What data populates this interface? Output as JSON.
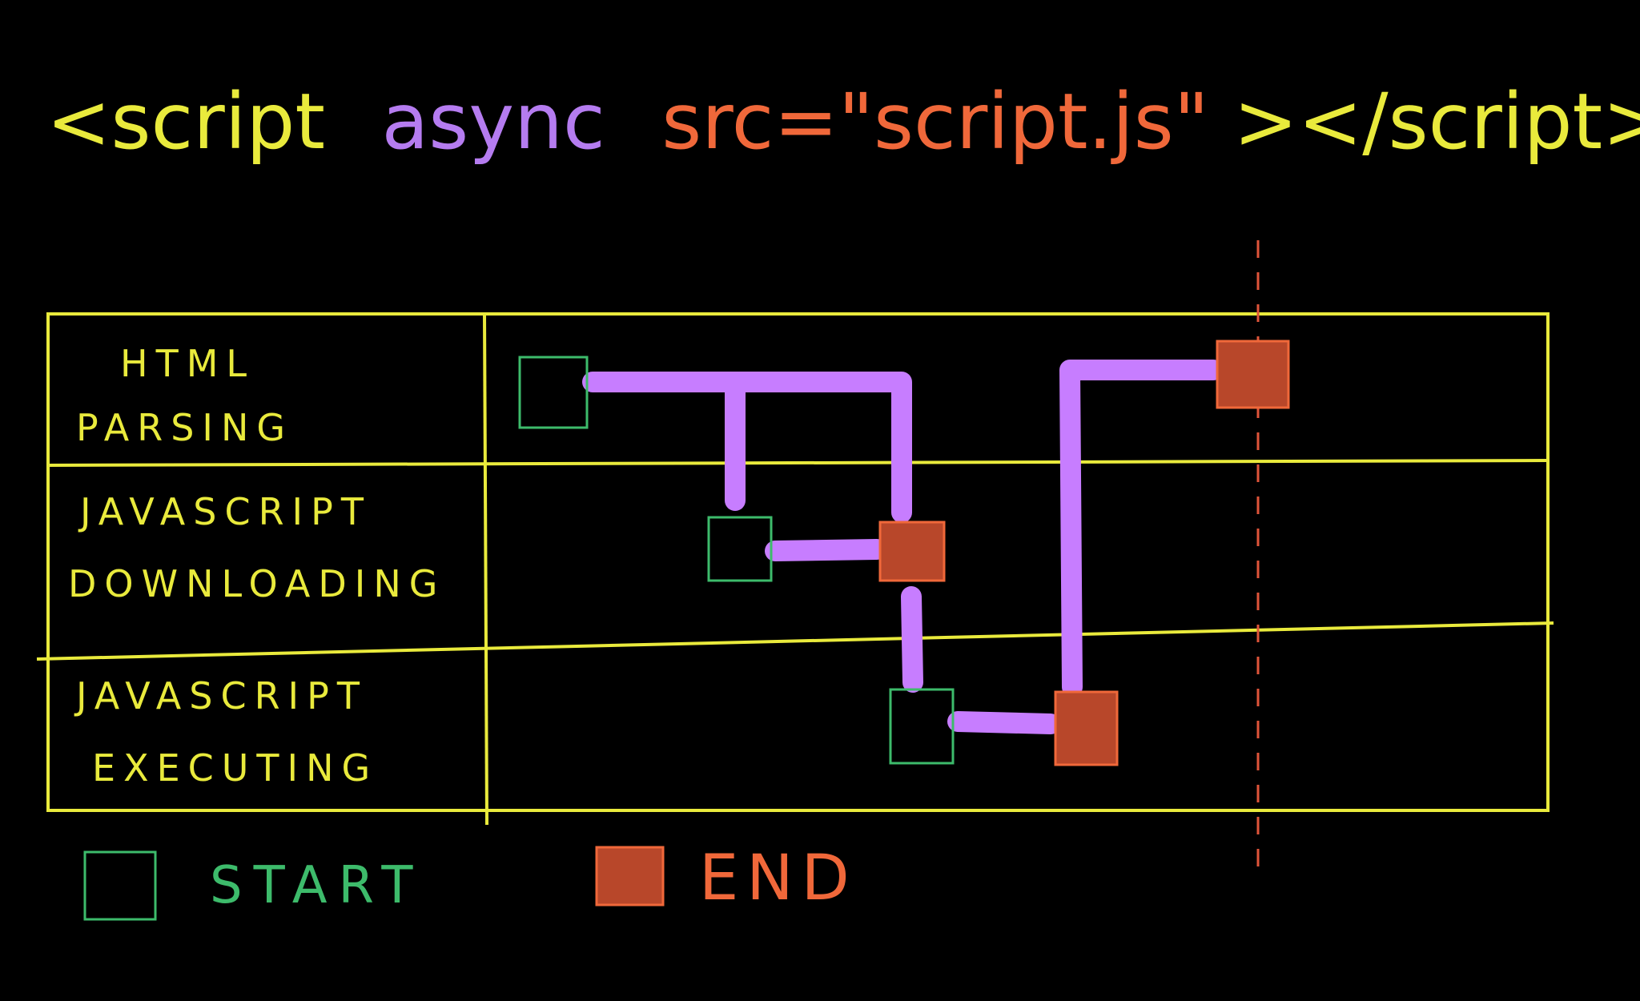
{
  "title": {
    "open_tag": "<script",
    "attr_async": "async",
    "attr_src": "src=\"script.js\"",
    "close_tag": "></script>"
  },
  "rows": [
    {
      "line1": "HTML",
      "line2": "PARSING"
    },
    {
      "line1": "JAVASCRIPT",
      "line2": "DOWNLOADING"
    },
    {
      "line1": "JAVASCRIPT",
      "line2": "EXECUTING"
    }
  ],
  "legend": {
    "start": "START",
    "end": "END"
  },
  "colors": {
    "grid": "#e9ea3c",
    "flow": "#c77dff",
    "start": "#3dbb6b",
    "end": "#f0683a",
    "title_tag": "#e9ea3c",
    "title_async": "#b57cf0",
    "title_src": "#f0683a"
  }
}
